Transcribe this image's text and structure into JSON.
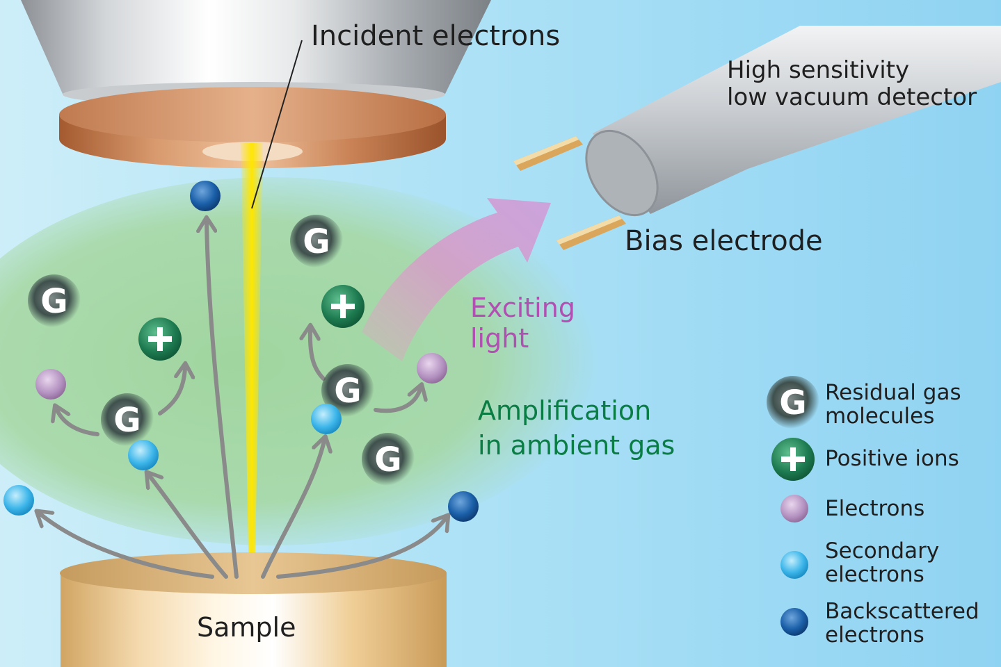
{
  "labels": {
    "incident": "Incident electrons",
    "detector_line1": "High sensitivity",
    "detector_line2": "low vacuum detector",
    "bias": "Bias electrode",
    "exciting_line1": "Exciting",
    "exciting_line2": "light",
    "amplification_line1": "Amplification",
    "amplification_line2": "in ambient gas",
    "sample": "Sample"
  },
  "glyphs": {
    "gas": "G",
    "ion": "+"
  },
  "legend": [
    {
      "key": "gas",
      "line1": "Residual gas",
      "line2": "molecules"
    },
    {
      "key": "ion",
      "line1": "Positive ions",
      "line2": ""
    },
    {
      "key": "electron",
      "line1": "Electrons",
      "line2": ""
    },
    {
      "key": "secondary",
      "line1": "Secondary",
      "line2": "electrons"
    },
    {
      "key": "backscattered",
      "line1": "Backscattered",
      "line2": "electrons"
    }
  ],
  "colors": {
    "background": "#8fd5f3",
    "gas_cloud": "#a8d79a",
    "beam": "#ffe600",
    "copper": "#c0794a",
    "steel": "#bfc3c7",
    "gold": "#e3bf84",
    "exciting_light": "#c98ac0",
    "positive_ion": "#1c7a4f",
    "electron": "#b592c0",
    "secondary_electron": "#3fb8ea",
    "backscattered_electron": "#1a5fa8",
    "arrow": "#8a8a8a",
    "exciting_text": "#b24fb2",
    "amplification_text": "#0a7d45"
  }
}
